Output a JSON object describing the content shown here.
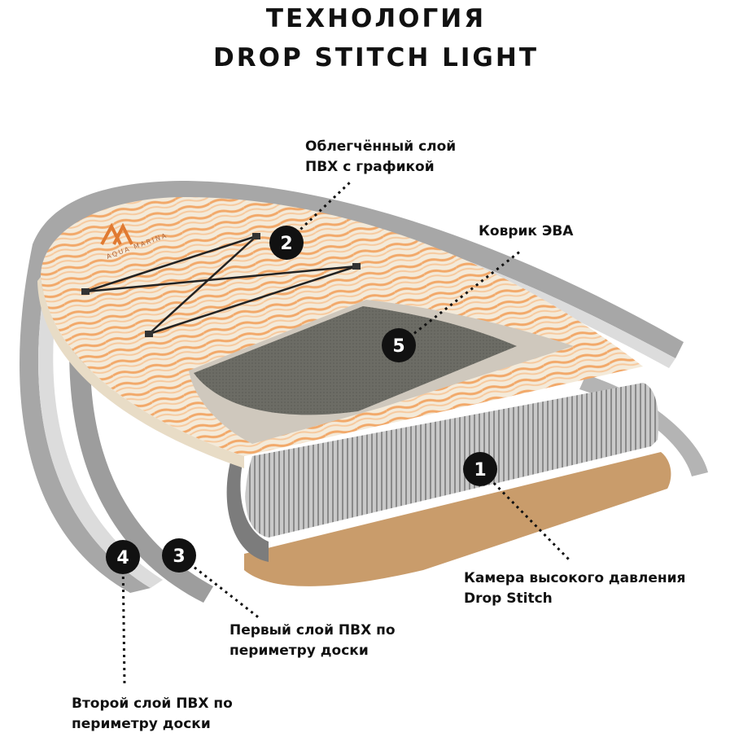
{
  "title": {
    "line1": "ТЕХНОЛОГИЯ",
    "line2": "DROP STITCH LIGHT"
  },
  "callouts": [
    {
      "number": "1",
      "lines": [
        "Камера высокого давления",
        "Drop Stitch"
      ]
    },
    {
      "number": "2",
      "lines": [
        "Облегчённый слой",
        "ПВХ с графикой"
      ]
    },
    {
      "number": "3",
      "lines": [
        "Первый слой ПВХ по",
        "периметру доски"
      ]
    },
    {
      "number": "4",
      "lines": [
        "Второй слой ПВХ по",
        "периметру доски"
      ]
    },
    {
      "number": "5",
      "lines": [
        "Коврик ЭВА"
      ]
    }
  ],
  "logo": {
    "text": "AQUA MARINA"
  },
  "colors": {
    "deck_orange": "#f2a96a",
    "deck_cream": "#f4ead9",
    "eva_pad": "#6c6c65",
    "pvc_gray": "#a7a7a7",
    "base_tan": "#c99c6b",
    "badge": "#111111"
  }
}
